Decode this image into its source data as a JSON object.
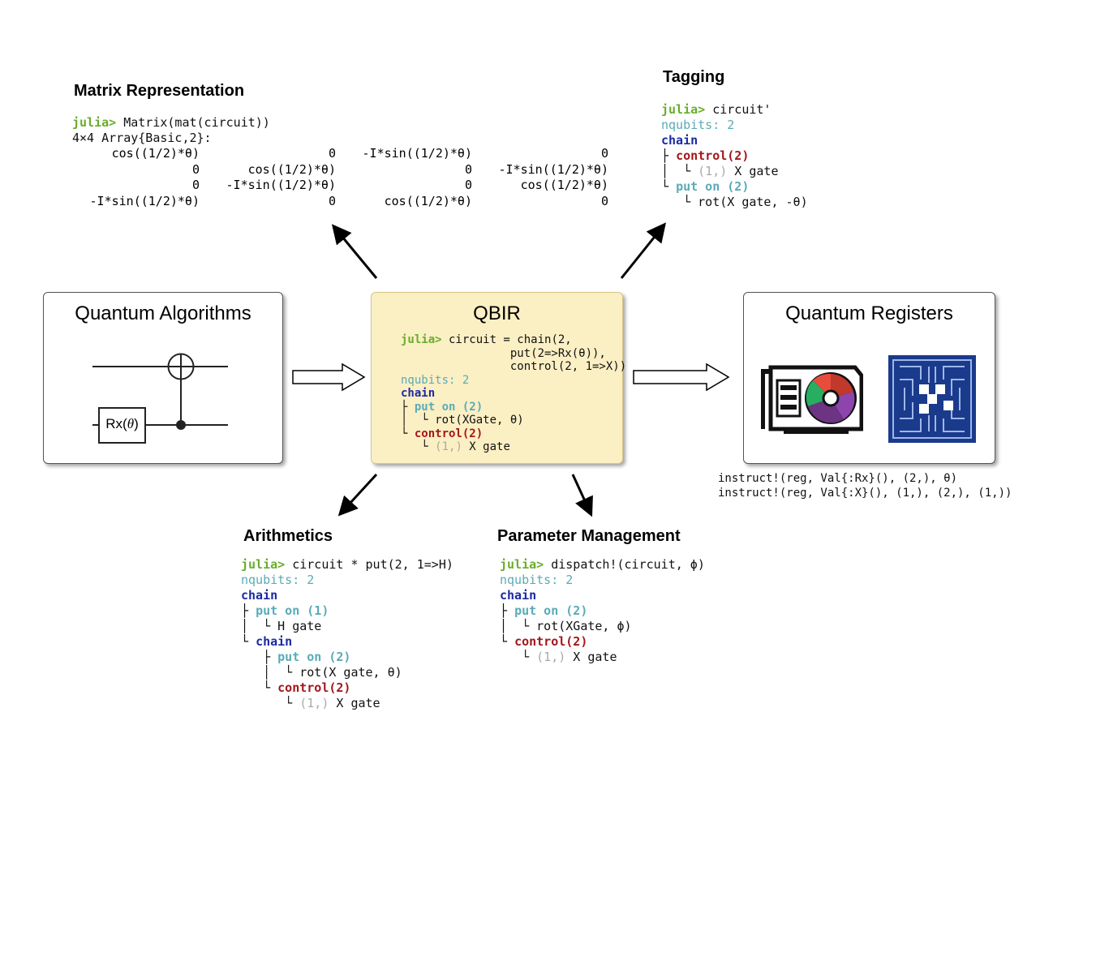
{
  "matrix_section": {
    "heading": "Matrix Representation",
    "prompt": "julia>",
    "command": " Matrix(mat(circuit))",
    "type_line": "4×4 Array{Basic,2}:",
    "rows": [
      [
        "cos((1/2)*θ)",
        "0",
        "-I*sin((1/2)*θ)",
        "0"
      ],
      [
        "0",
        "cos((1/2)*θ)",
        "0",
        "-I*sin((1/2)*θ)"
      ],
      [
        "0",
        "-I*sin((1/2)*θ)",
        "0",
        "cos((1/2)*θ)"
      ],
      [
        "-I*sin((1/2)*θ)",
        "0",
        "cos((1/2)*θ)",
        "0"
      ]
    ]
  },
  "tagging_section": {
    "heading": "Tagging",
    "prompt": "julia>",
    "command": " circuit'",
    "nqubits": "nqubits: 2",
    "chain": "chain",
    "tree1": "├ ",
    "control": "control(2)",
    "sub1": "│  └ ",
    "sub1_grey": "(1,)",
    "sub1_text": " X gate",
    "tree2": "└ ",
    "puton": "put on (2)",
    "sub2": "   └ rot(X gate, -θ)"
  },
  "algorithms_box": {
    "title": "Quantum Algorithms",
    "gate_label": "Rx(",
    "gate_theta": "θ",
    "gate_close": ")"
  },
  "qbir_box": {
    "title": "QBIR",
    "prompt": "julia>",
    "line1": " circuit = chain(2,",
    "line2": "                put(2=>Rx(θ)),",
    "line3": "                control(2, 1=>X))",
    "nqubits": "nqubits: 2",
    "chain": "chain",
    "tree1": "├ ",
    "puton": "put on (2)",
    "sub1": "│  └ rot(XGate, θ)",
    "tree2": "└ ",
    "control": "control(2)",
    "sub2": "   └ ",
    "sub2_grey": "(1,)",
    "sub2_text": " X gate"
  },
  "registers_box": {
    "title": "Quantum Registers",
    "gpu_icon": "gpu-card-icon",
    "chip_icon": "quantum-chip-icon",
    "instruct1": "instruct!(reg, Val{:Rx}(), (2,), θ)",
    "instruct2": "instruct!(reg, Val{:X}(), (1,), (2,), (1,))"
  },
  "arithmetics_section": {
    "heading": "Arithmetics",
    "prompt": "julia>",
    "command": " circuit * put(2, 1=>H)",
    "nqubits": "nqubits: 2",
    "chain": "chain",
    "t1": "├ ",
    "puton1": "put on (1)",
    "t1s": "│  └ H gate",
    "t2": "└ ",
    "chain2": "chain",
    "t3": "   ├ ",
    "puton2": "put on (2)",
    "t3s": "   │  └ rot(X gate, θ)",
    "t4": "   └ ",
    "control": "control(2)",
    "t4s": "      └ ",
    "t4s_grey": "(1,)",
    "t4s_text": " X gate"
  },
  "param_section": {
    "heading": "Parameter Management",
    "prompt": "julia>",
    "command": " dispatch!(circuit, ϕ)",
    "nqubits": "nqubits: 2",
    "chain": "chain",
    "t1": "├ ",
    "puton": "put on (2)",
    "t1s": "│  └ rot(XGate, ϕ)",
    "t2": "└ ",
    "control": "control(2)",
    "t2s": "   └ ",
    "t2s_grey": "(1,)",
    "t2s_text": " X gate"
  },
  "colors": {
    "prompt": "#6aad2c",
    "nqubits": "#5aabb7",
    "chain": "#1c2aa3",
    "control": "#a3171a",
    "qbir_fill": "#fbefc4",
    "chip_blue": "#1a3a8c",
    "gpu_red": "#c0392b",
    "gpu_green": "#27ae60",
    "gpu_purple": "#8e44ad"
  }
}
